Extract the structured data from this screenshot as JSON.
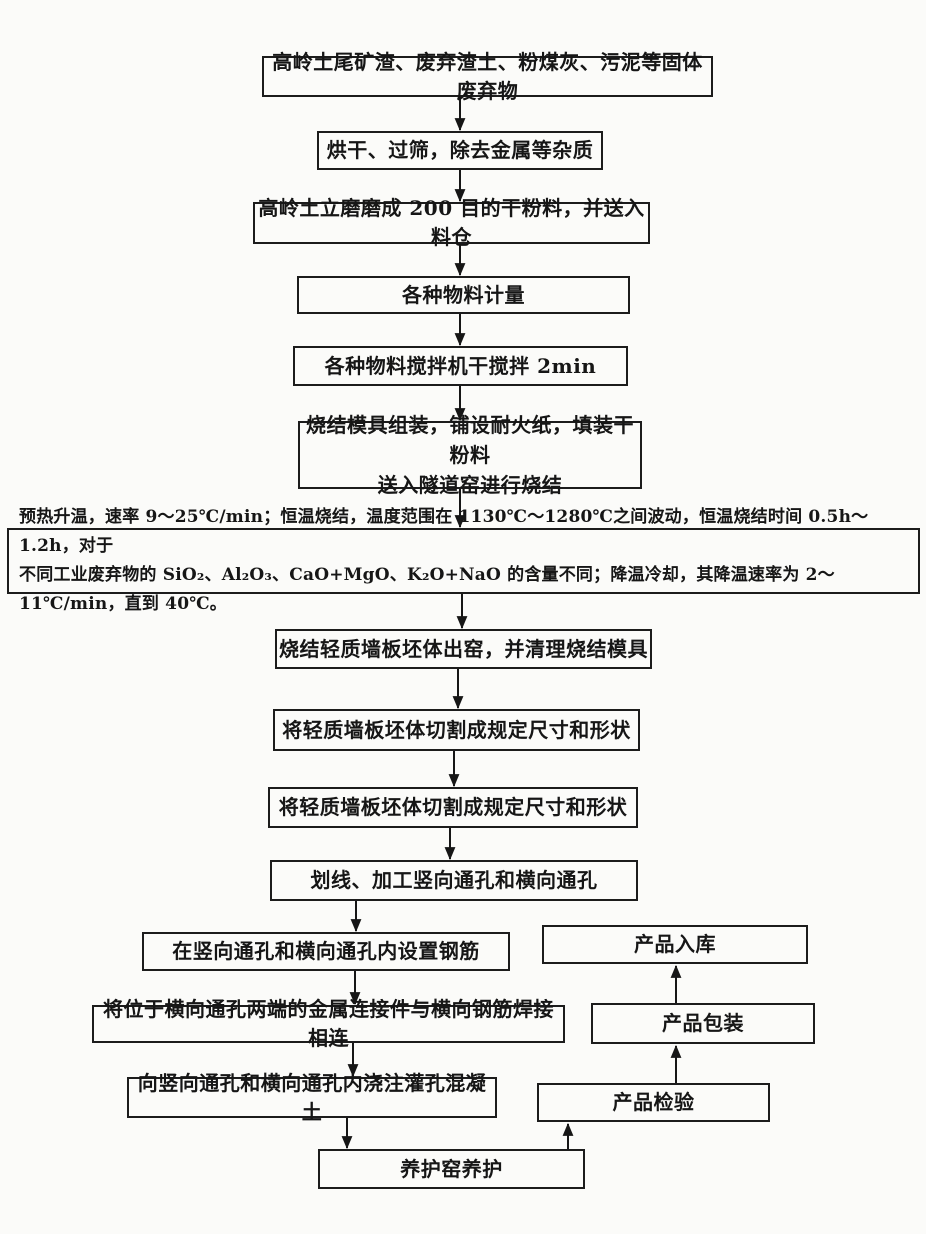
{
  "diagram": {
    "type": "flowchart",
    "direction": "top-down",
    "colors": {
      "ink": "#1c1c1c",
      "paper": "#fbfbf9"
    }
  },
  "nodes": {
    "raw_materials": {
      "label": "高岭土尾矿渣、废弃渣土、粉煤灰、污泥等固体废弃物"
    },
    "dry_sieve": {
      "label": "烘干、过筛，除去金属等杂质"
    },
    "grinding": {
      "label": "高岭土立磨磨成 200 目的干粉料，并送入料仓"
    },
    "metering": {
      "label": "各种物料计量"
    },
    "dry_mixing": {
      "label": "各种物料搅拌机干搅拌 2min"
    },
    "mold_assembly": {
      "label": "烧结模具组装，铺设耐火纸，填装干粉料\n送入隧道窑进行烧结"
    },
    "sintering": {
      "label": "预热升温，速率 9～25℃/min；恒温烧结，温度范围在 1130℃～1280℃之间波动，恒温烧结时间 0.5h～1.2h，对于\n不同工业废弃物的 SiO₂、Al₂O₃、CaO+MgO、K₂O+NaO 的含量不同；降温冷却，其降温速率为 2～11℃/min，直到 40℃。"
    },
    "out_of_kiln": {
      "label": "烧结轻质墙板坯体出窑，并清理烧结模具"
    },
    "cutting_1": {
      "label": "将轻质墙板坯体切割成规定尺寸和形状"
    },
    "cutting_2": {
      "label": "将轻质墙板坯体切割成规定尺寸和形状"
    },
    "scribing": {
      "label": "划线、加工竖向通孔和横向通孔"
    },
    "rebar": {
      "label": "在竖向通孔和横向通孔内设置钢筋"
    },
    "welding": {
      "label": "将位于横向通孔两端的金属连接件与横向钢筋焊接相连"
    },
    "grouting": {
      "label": "向竖向通孔和横向通孔内浇注灌孔混凝土"
    },
    "curing": {
      "label": "养护窑养护"
    },
    "inspection": {
      "label": "产品检验"
    },
    "packaging": {
      "label": "产品包装"
    },
    "storage": {
      "label": "产品入库"
    }
  },
  "edges": [
    {
      "from": "raw_materials",
      "to": "dry_sieve"
    },
    {
      "from": "dry_sieve",
      "to": "grinding"
    },
    {
      "from": "grinding",
      "to": "metering"
    },
    {
      "from": "metering",
      "to": "dry_mixing"
    },
    {
      "from": "dry_mixing",
      "to": "mold_assembly"
    },
    {
      "from": "mold_assembly",
      "to": "sintering"
    },
    {
      "from": "sintering",
      "to": "out_of_kiln"
    },
    {
      "from": "out_of_kiln",
      "to": "cutting_1"
    },
    {
      "from": "cutting_1",
      "to": "cutting_2"
    },
    {
      "from": "cutting_2",
      "to": "scribing"
    },
    {
      "from": "scribing",
      "to": "rebar"
    },
    {
      "from": "rebar",
      "to": "welding"
    },
    {
      "from": "welding",
      "to": "grouting"
    },
    {
      "from": "grouting",
      "to": "curing"
    },
    {
      "from": "curing",
      "to": "inspection"
    },
    {
      "from": "inspection",
      "to": "packaging"
    },
    {
      "from": "packaging",
      "to": "storage"
    }
  ]
}
